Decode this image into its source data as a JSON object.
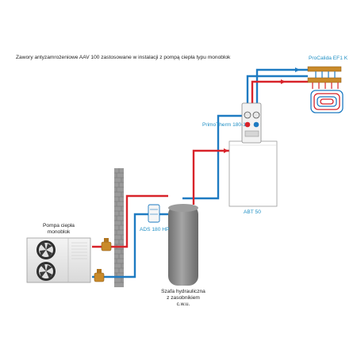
{
  "title": "Zawory antyzamrożeniowe AAV 100 zastosowane w instalacji z pompą ciepła typu monoblok",
  "labels": {
    "procalida": "ProCalida EF1 K",
    "primotherm": "PrimoTherm 180-1",
    "abt": "ABT 50",
    "ads": "ADS 180 HP",
    "heat_pump_line1": "Pompa ciepła",
    "heat_pump_line2": "monoblok",
    "tank_line1": "Szafa hydrauliczna",
    "tank_line2": "z zasobnikiem",
    "tank_line3": "c.w.u."
  },
  "colors": {
    "supply": "#d8232a",
    "return": "#1e7bc2",
    "label_blue": "#1f8fc4",
    "tank": "#8c8c8c",
    "valve": "#c98a2a"
  }
}
